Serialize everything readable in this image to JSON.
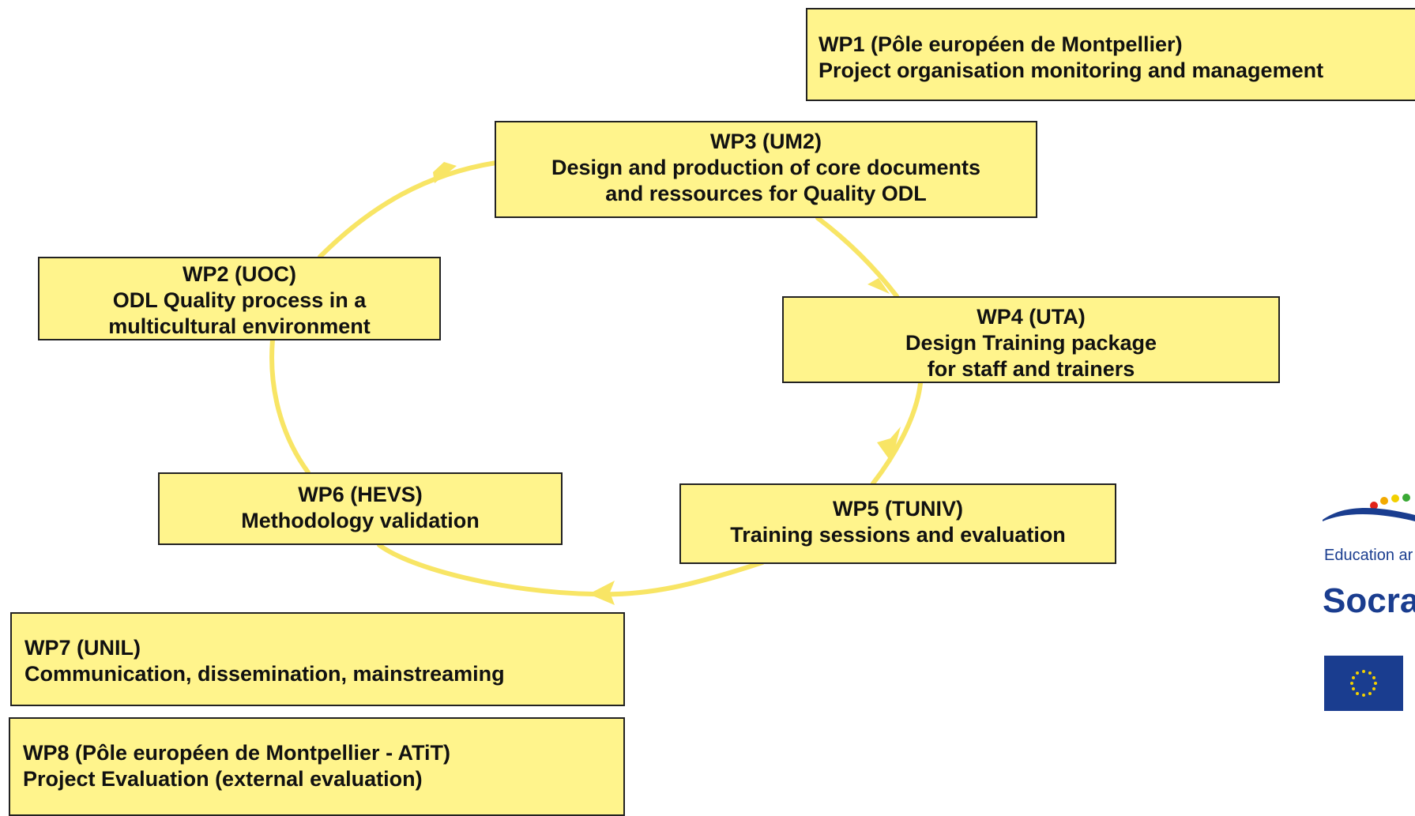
{
  "colors": {
    "box_fill": "#fff48c",
    "arrow": "#f8e565",
    "border": "#222222"
  },
  "boxes": {
    "wp1": {
      "title": "WP1 (Pôle européen de Montpellier)",
      "desc": "Project organisation monitoring and management"
    },
    "wp3": {
      "title": "WP3 (UM2)",
      "line1": "Design and production of core documents",
      "line2": "and ressources for Quality ODL"
    },
    "wp2": {
      "title": "WP2 (UOC)",
      "line1": "ODL Quality process in a",
      "line2": "multicultural environment"
    },
    "wp4": {
      "title": "WP4 (UTA)",
      "line1": "Design Training package",
      "line2": "for staff and trainers"
    },
    "wp6": {
      "title": "WP6 (HEVS)",
      "line1": "Methodology validation"
    },
    "wp5": {
      "title": "WP5 (TUNIV)",
      "line1": "Training sessions and evaluation"
    },
    "wp7": {
      "title": "WP7 (UNIL)",
      "desc": "Communication, dissemination, mainstreaming"
    },
    "wp8": {
      "title": "WP8 (Pôle européen de Montpellier - ATiT)",
      "desc": "Project Evaluation (external evaluation)"
    }
  },
  "logo": {
    "caption": "Education ar",
    "name": "Socra"
  }
}
